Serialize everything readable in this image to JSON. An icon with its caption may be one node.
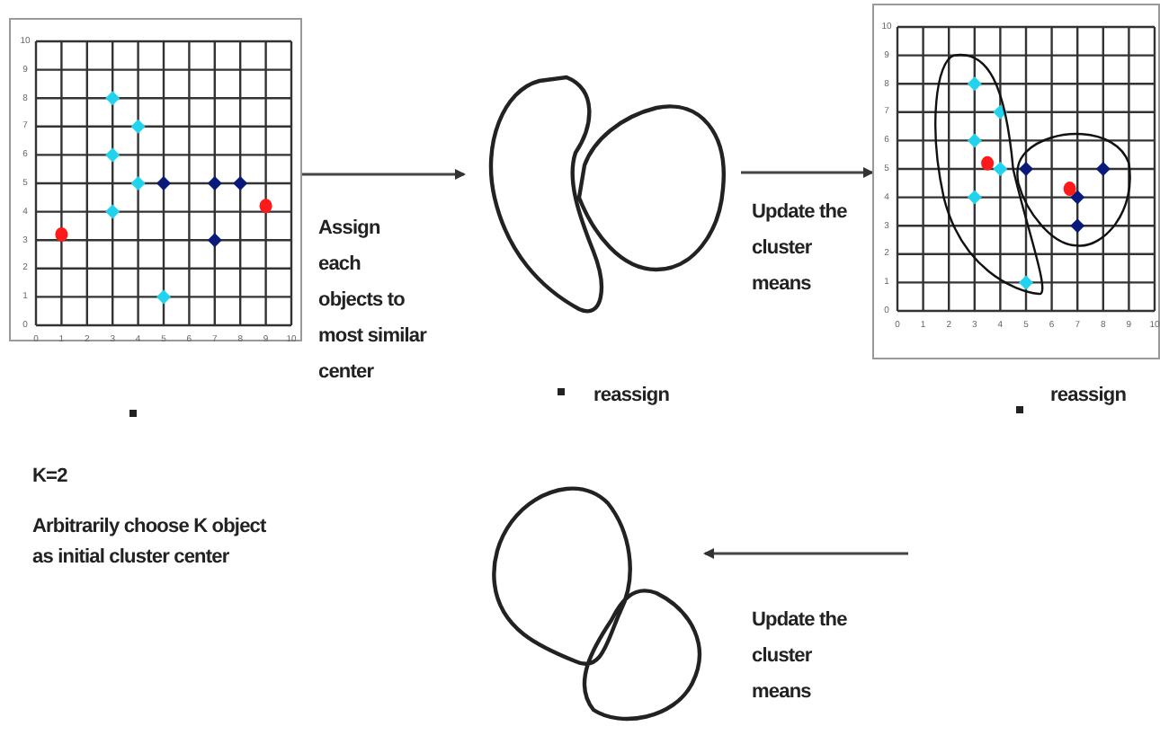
{
  "diagram": {
    "nodes": [
      {
        "text": [],
        "shape": "picture"
      },
      {
        "text": [],
        "shape": "picture"
      },
      {
        "text": [],
        "shape": "picture"
      },
      {
        "text": [],
        "shape": "picture"
      }
    ],
    "edges": [
      {
        "from": 0,
        "to": 1,
        "arrow": "to"
      },
      {
        "from": 1,
        "to": 2,
        "arrow": "to"
      },
      {
        "from": null,
        "to": 3,
        "arrow": "to"
      }
    ],
    "labels": [
      "10",
      "9",
      "8",
      "7",
      "6",
      "5",
      "4",
      "3",
      "2",
      "1",
      "0",
      "0",
      "1",
      "2",
      "3",
      "4",
      "5",
      "6",
      "7",
      "8",
      "9",
      "10",
      "Assign each objects to most similar center",
      "Update the cluster means",
      "10",
      "9",
      "8",
      "7",
      "6",
      "5",
      "4",
      "3",
      "2",
      "1",
      "0",
      "0",
      "1",
      "2",
      "3",
      "4",
      "5",
      "6",
      "7",
      "8",
      "9",
      "10",
      "reassign",
      "reassign",
      "K=2",
      "Arbitrarily choose K object as initial cluster center",
      "Update the cluster means"
    ]
  }
}
